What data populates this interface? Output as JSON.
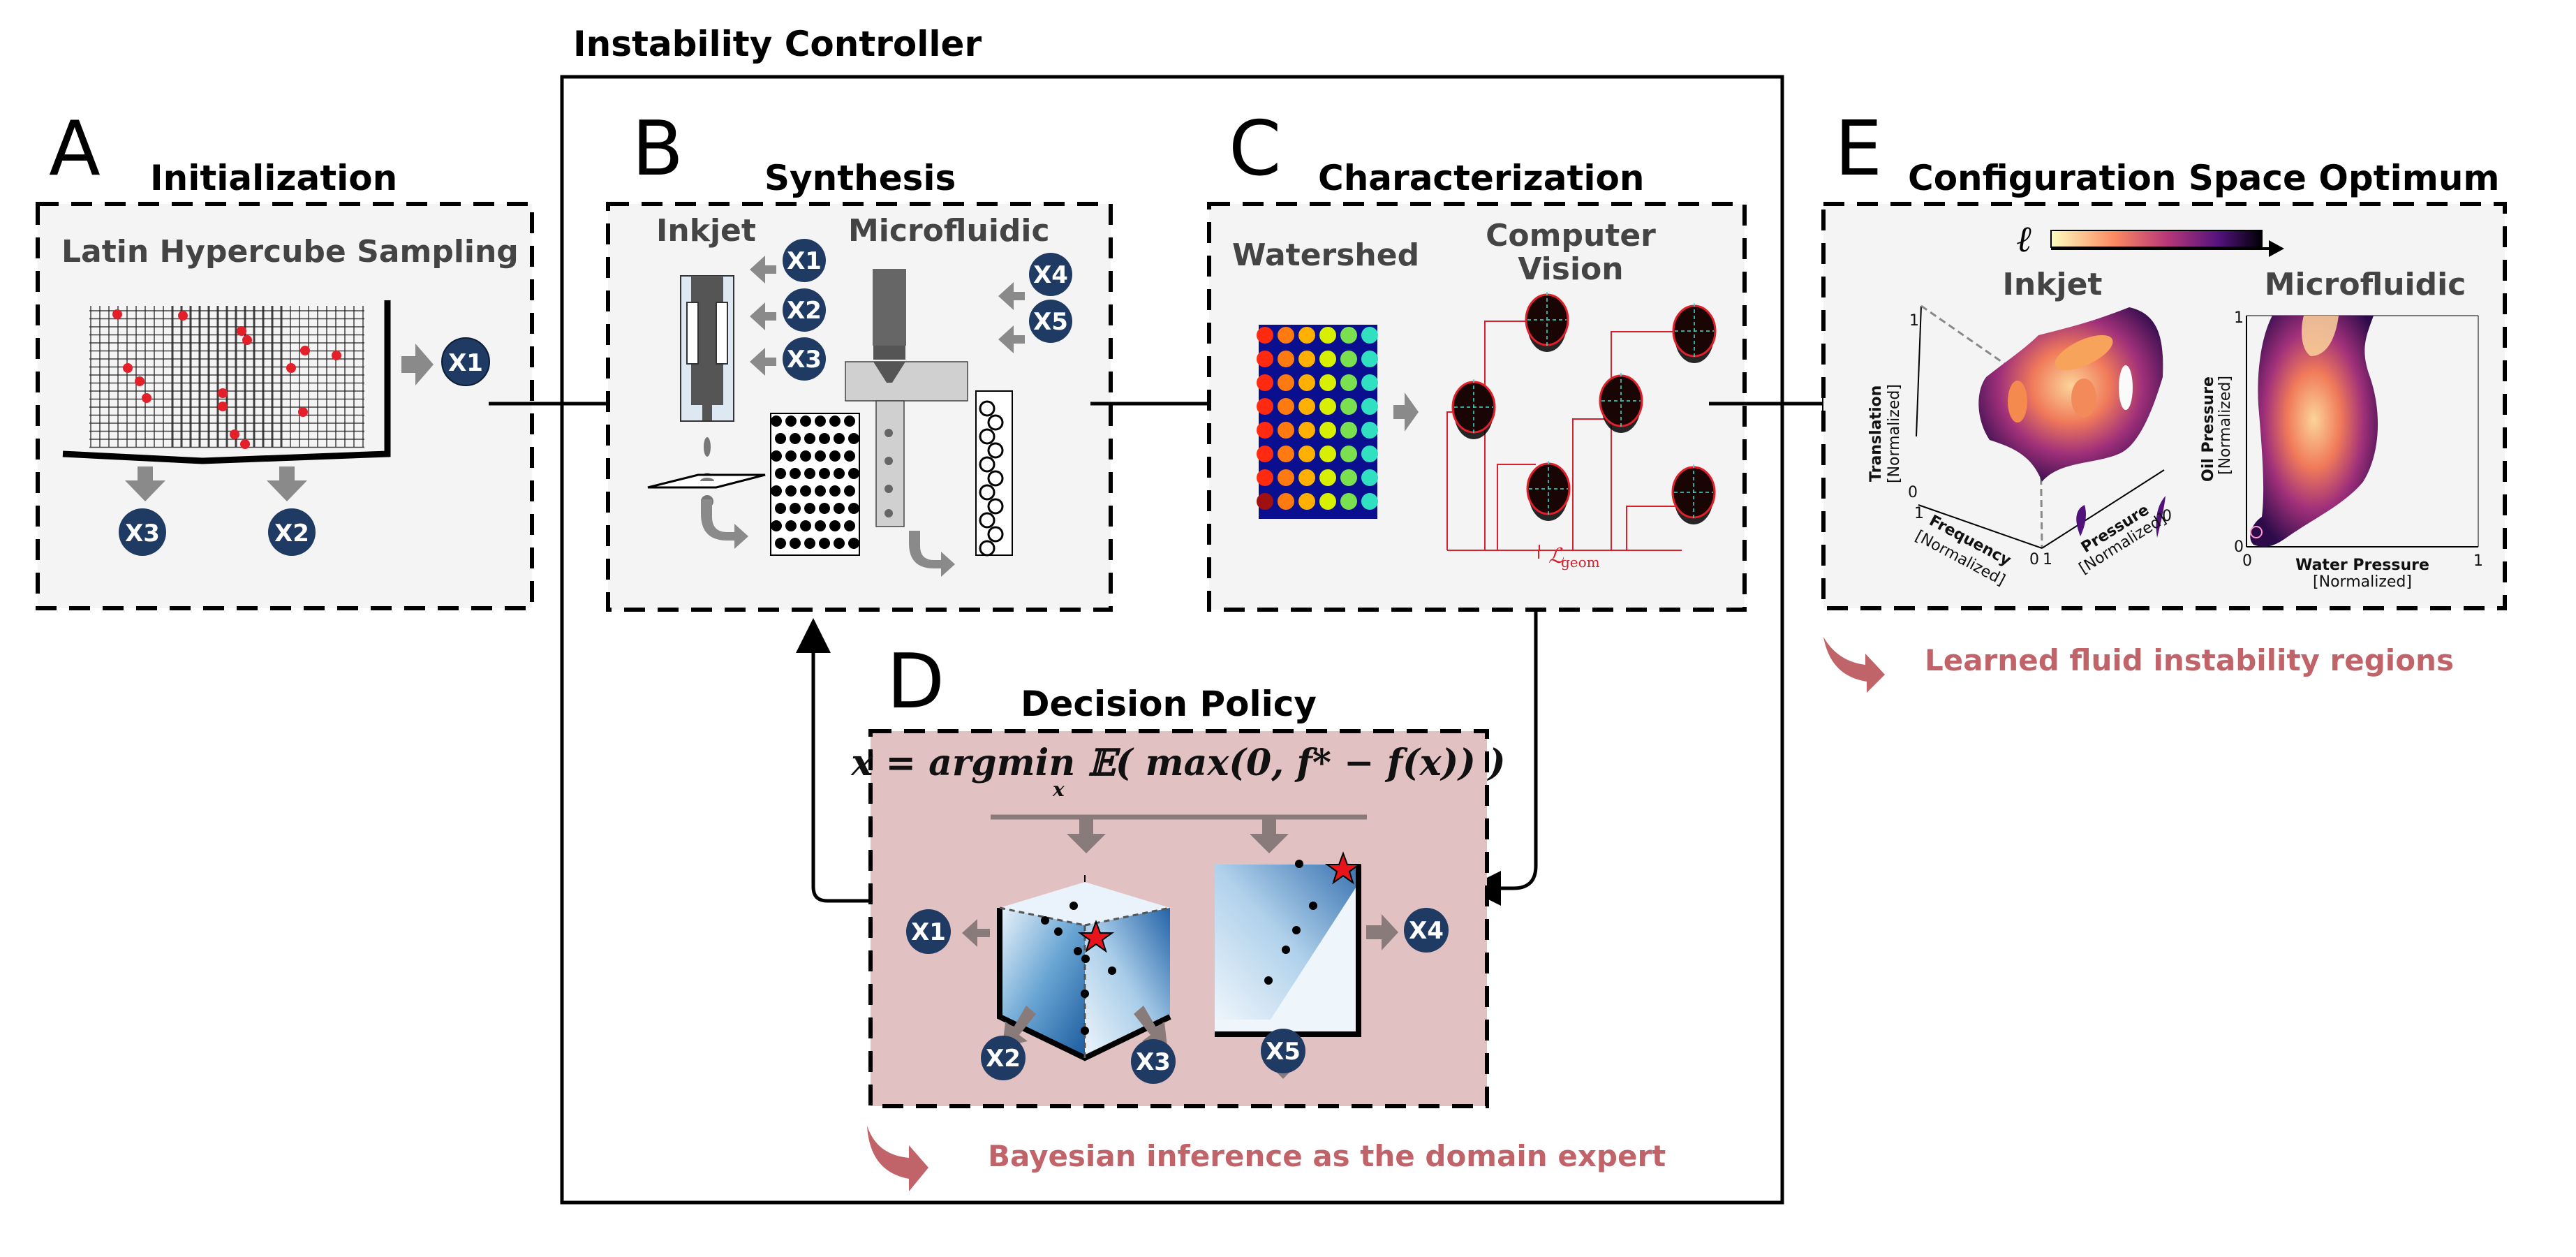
{
  "controller": {
    "title": "Instability Controller"
  },
  "panels": {
    "A": {
      "letter": "A",
      "title": "Initialization",
      "subtitle": "Latin Hypercube Sampling",
      "outputs": [
        "X1",
        "X2",
        "X3"
      ]
    },
    "B": {
      "letter": "B",
      "title": "Synthesis",
      "inkjet_label": "Inkjet",
      "microfluidic_label": "Microfluidic",
      "inkjet_params": [
        "X1",
        "X2",
        "X3"
      ],
      "microfluidic_params": [
        "X4",
        "X5"
      ]
    },
    "C": {
      "letter": "C",
      "title": "Characterization",
      "watershed_label": "Watershed",
      "cv_label_line1": "Computer",
      "cv_label_line2": "Vision",
      "loss_label": "ℒ",
      "loss_sub": "geom"
    },
    "D": {
      "letter": "D",
      "title": "Decision Policy",
      "equation": "x = argmin 𝔼( max(0, f* − f(x)) )",
      "equation_sub": "x",
      "inkjet_outputs": [
        "X1",
        "X2",
        "X3"
      ],
      "microfluidic_outputs": [
        "X4",
        "X5"
      ]
    },
    "E": {
      "letter": "E",
      "title": "Configuration Space Optimum",
      "colorbar_symbol": "ℓ",
      "inkjet_label": "Inkjet",
      "microfluidic_label": "Microfluidic",
      "inkjet_axes": {
        "z": "Translation",
        "x": "Frequency",
        "y": "Pressure",
        "unit": "[Normalized]",
        "ticks": {
          "z_min": "0",
          "z_max": "1",
          "x_min": "0",
          "x_max": "1",
          "y_min": "0",
          "y_max": "1"
        }
      },
      "microfluidic_axes": {
        "x": "Water Pressure",
        "y": "Oil Pressure",
        "unit": "[Normalized]",
        "ticks": {
          "x_min": "0",
          "x_max": "1",
          "y_min": "0",
          "y_max": "1"
        }
      }
    }
  },
  "annotations": {
    "bayesian": "Bayesian inference as the domain expert",
    "learned": "Learned fluid instability regions"
  },
  "colors": {
    "param_badge": "#1f3a63",
    "panel_bg": "#f4f4f4",
    "decision_bg": "#e1c1c1",
    "accent_red": "#c0646a",
    "grey_arrow": "#8a8a8a"
  }
}
